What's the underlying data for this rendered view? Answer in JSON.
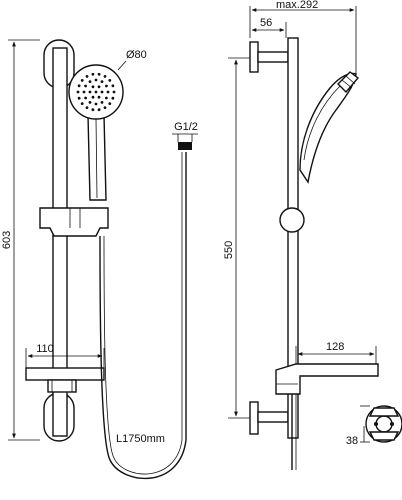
{
  "dimensions": {
    "total_height": "603",
    "head_diameter": "Ø80",
    "connector_thread": "G1/2",
    "soap_dish_width": "110",
    "hose_length": "L1750mm",
    "max_projection": "max.292",
    "wall_offset": "56",
    "bracket_spacing": "550",
    "dish_projection": "128",
    "bracket_height": "38"
  }
}
